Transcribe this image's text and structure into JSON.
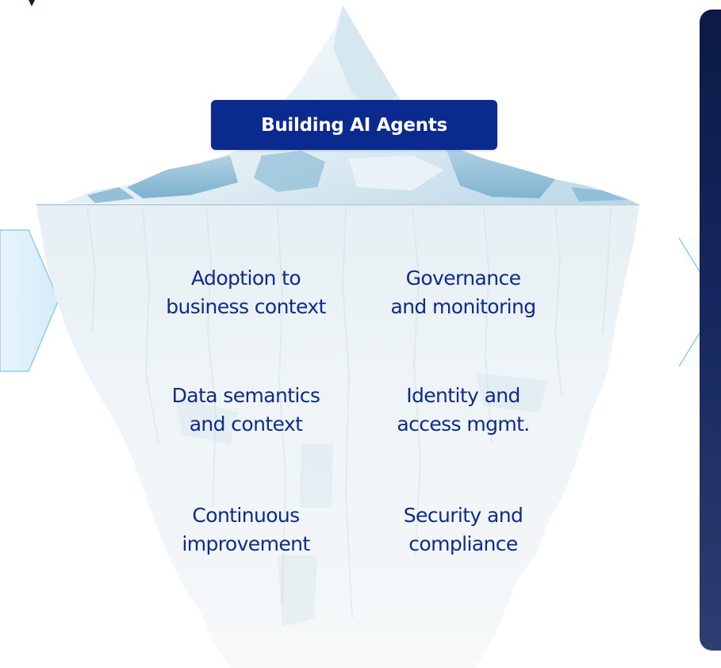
{
  "title": "Building AI Agents",
  "items": [
    {
      "line1": "Adoption to",
      "line2": "business context"
    },
    {
      "line1": "Governance",
      "line2": "and monitoring"
    },
    {
      "line1": "Data semantics",
      "line2": "and context"
    },
    {
      "line1": "Identity and",
      "line2": "access mgmt."
    },
    {
      "line1": "Continuous",
      "line2": "improvement"
    },
    {
      "line1": "Security and",
      "line2": "compliance"
    }
  ],
  "colors": {
    "badge": "#0a2a8f",
    "text": "#0f2a8a",
    "panel": "#0b1a46",
    "ice_light": "#eef6fa",
    "ice_blue": "#9cc6dc",
    "chevron_stroke": "#5fb6e6"
  }
}
